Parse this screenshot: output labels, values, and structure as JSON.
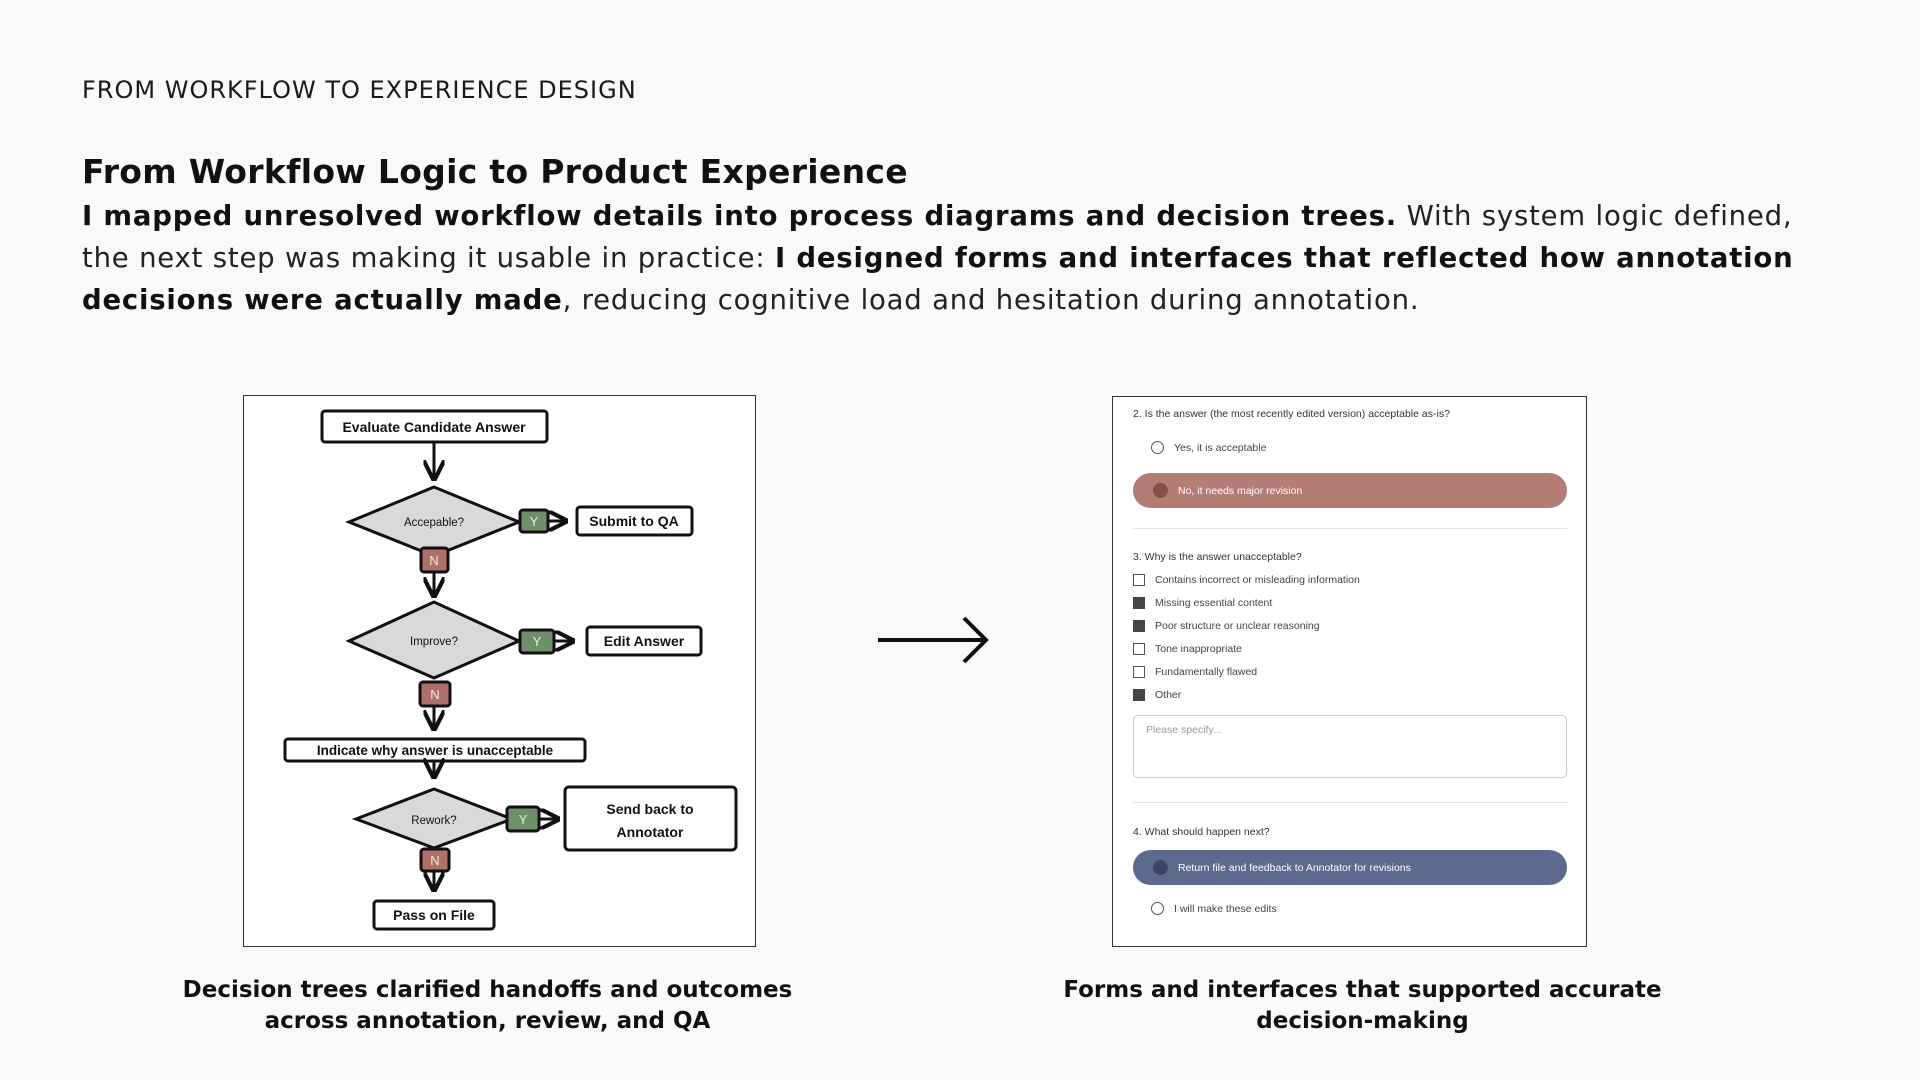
{
  "eyebrow": "FROM WORKFLOW TO EXPERIENCE DESIGN",
  "heading": "From Workflow Logic to Product Experience",
  "body": {
    "part1_bold": "I mapped unresolved workflow details into process diagrams and decision trees.",
    "part2": " With system logic defined, the next step was making it usable in practice: ",
    "part3_bold": "I designed forms and interfaces that reflected how annotation decisions were actually made",
    "part4": ", reducing cognitive load and hesitation during annotation."
  },
  "flowchart": {
    "start": "Evaluate Candidate Answer",
    "decision1": "Accepable?",
    "decision2": "Improve?",
    "decision3": "Rework?",
    "yes_label": "Y",
    "no_label": "N",
    "out1": "Submit to QA",
    "out2": "Edit Answer",
    "step": "Indicate why answer is unacceptable",
    "out3_line1": "Send back to",
    "out3_line2": "Annotator",
    "end": "Pass on File",
    "colors": {
      "yes": "#6e8f6a",
      "no": "#b0706a",
      "diamond": "#d9d9d9"
    }
  },
  "form": {
    "q2": "2. Is the answer (the most recently edited version) acceptable as-is?",
    "q2_opt1": "Yes, it is acceptable",
    "q2_opt2": "No, it needs major revision",
    "q3": "3. Why is the answer unacceptable?",
    "q3_options": [
      {
        "label": "Contains incorrect or misleading information",
        "checked": false
      },
      {
        "label": "Missing essential content",
        "checked": true
      },
      {
        "label": "Poor structure or unclear reasoning",
        "checked": true
      },
      {
        "label": "Tone inappropriate",
        "checked": false
      },
      {
        "label": "Fundamentally flawed",
        "checked": false
      },
      {
        "label": "Other",
        "checked": true
      }
    ],
    "other_placeholder": "Please specify...",
    "q4": "4. What should happen next?",
    "q4_opt1": "Return file and feedback to Annotator for revisions",
    "q4_opt2": "I will make these edits",
    "colors": {
      "red_pill": "#b57c76",
      "blue_pill": "#5c6a8e"
    }
  },
  "captions": {
    "left": "Decision trees clarified handoffs and outcomes across annotation, review, and QA",
    "right": "Forms and interfaces that supported accurate decision-making"
  }
}
